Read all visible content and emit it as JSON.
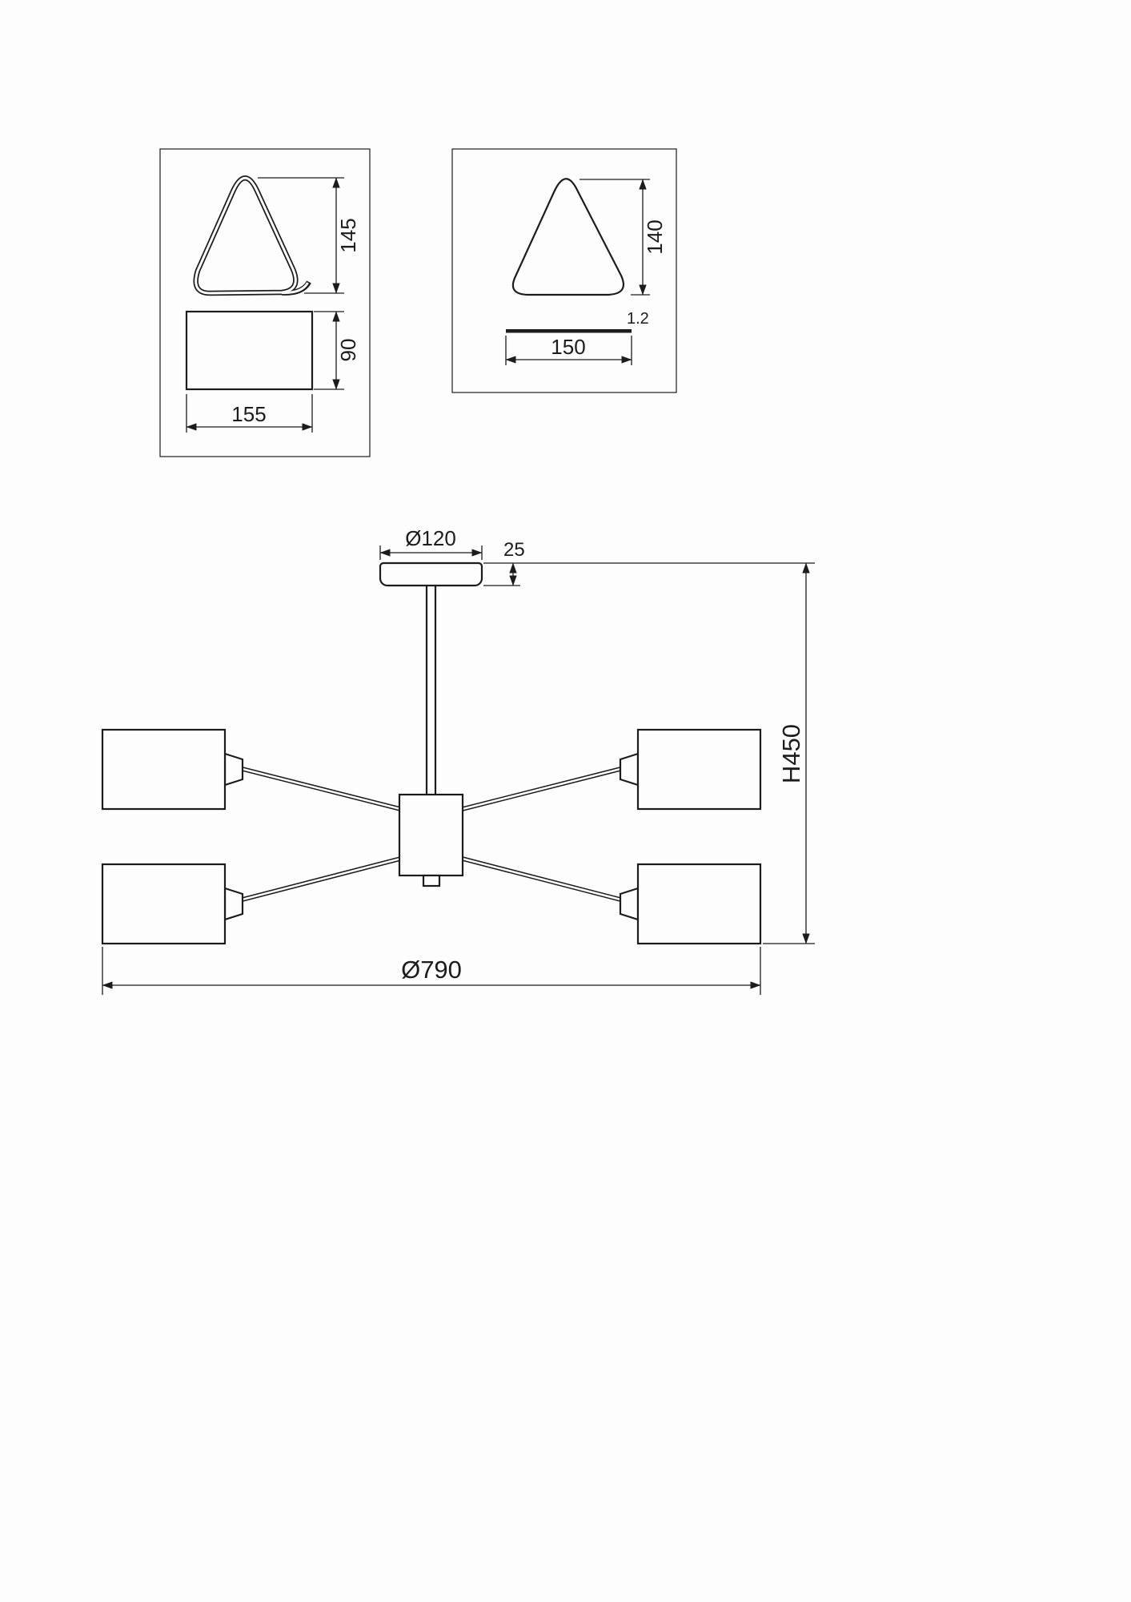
{
  "drawing": {
    "title": "ceiling-lamp-technical-drawing",
    "detail_left": {
      "shade_height": "145",
      "base_height": "90",
      "base_width": "155"
    },
    "detail_right": {
      "shade_height": "140",
      "diffuser_thickness": "1.2",
      "diffuser_width": "150"
    },
    "front_view": {
      "canopy_diameter": "Ø120",
      "canopy_height": "25",
      "total_height": "H450",
      "total_diameter": "Ø790"
    }
  },
  "colors": {
    "line": "#1c1c1c",
    "background": "#fdfdfd"
  }
}
